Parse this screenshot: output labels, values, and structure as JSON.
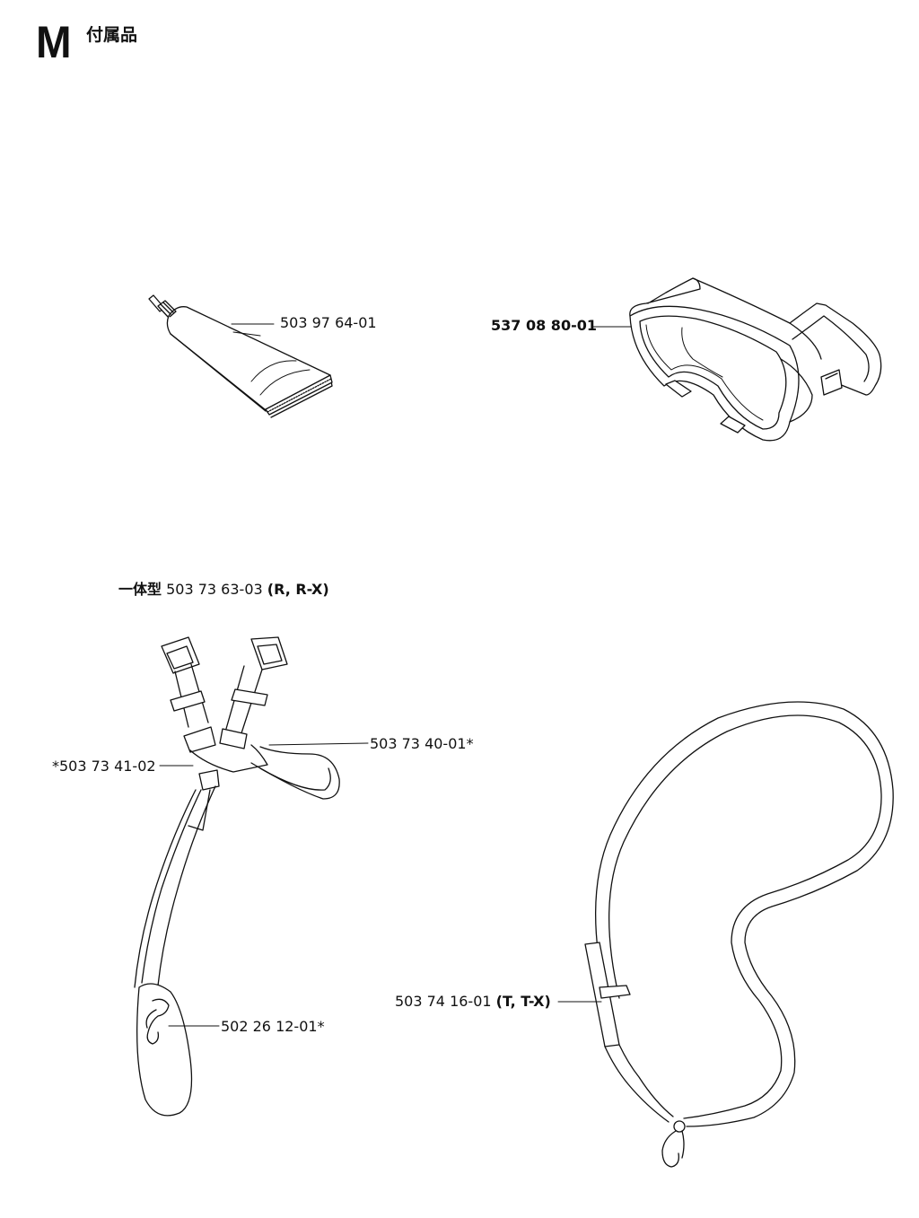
{
  "section": {
    "letter": "M",
    "title": "付属品"
  },
  "labels": {
    "grease": "503 97 64-01",
    "goggles": "537 08 80-01",
    "harness_prefix": "一体型",
    "harness_number": "503 73 63-03",
    "harness_suffix": "(R, R-X)",
    "pad_left": "*503 73 41-02",
    "pad_right": "503 73 40-01*",
    "hook": "502 26 12-01*",
    "strap_number": "503 74 16-01",
    "strap_suffix": "(T, T-X)"
  }
}
